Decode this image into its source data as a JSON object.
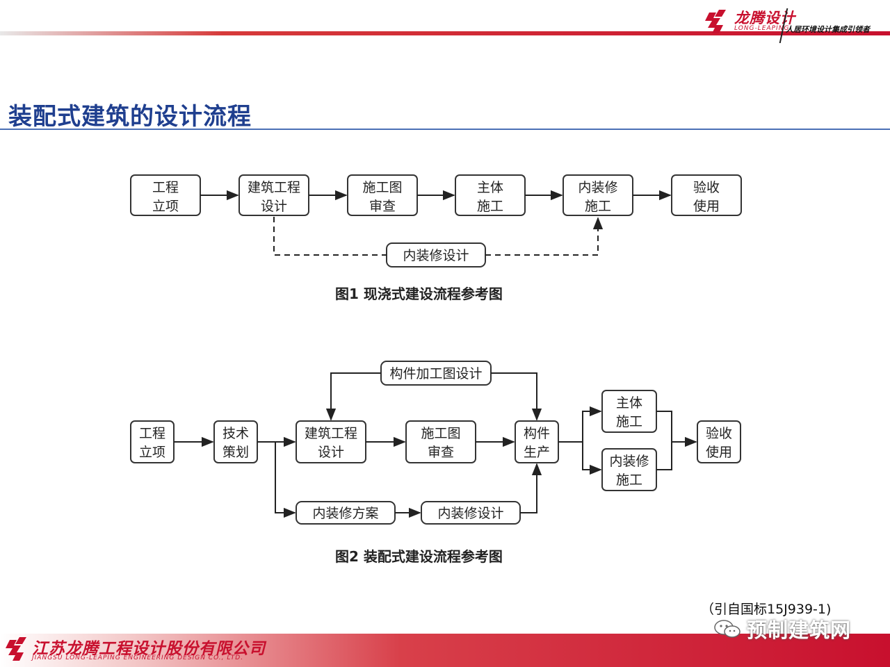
{
  "header": {
    "brand_cn": "龙腾设计",
    "brand_en": "LONG-LEAPING",
    "slogan": "人居环境设计集成引领者"
  },
  "title": "装配式建筑的设计流程",
  "diagram1": {
    "nodes": {
      "n1": [
        "工程",
        "立项"
      ],
      "n2": [
        "建筑工程",
        "设计"
      ],
      "n3": [
        "施工图",
        "审查"
      ],
      "n4": [
        "主体",
        "施工"
      ],
      "n5": [
        "内装修",
        "施工"
      ],
      "n6": [
        "验收",
        "使用"
      ],
      "dashed": [
        "内装修设计"
      ]
    },
    "caption": "图1  现浇式建设流程参考图"
  },
  "diagram2": {
    "nodes": {
      "a1": [
        "工程",
        "立项"
      ],
      "a2": [
        "技术",
        "策划"
      ],
      "a3": [
        "建筑工程",
        "设计"
      ],
      "a4": [
        "施工图",
        "审查"
      ],
      "a5": [
        "构件",
        "生产"
      ],
      "a6": [
        "主体",
        "施工"
      ],
      "a7": [
        "内装修",
        "施工"
      ],
      "a8": [
        "验收",
        "使用"
      ],
      "top": [
        "构件加工图设计"
      ],
      "b1": [
        "内装修方案"
      ],
      "b2": [
        "内装修设计"
      ]
    },
    "caption": "图2  装配式建设流程参考图"
  },
  "citation": "（引自国标15J939-1)",
  "footer": {
    "company_cn": "江苏龙腾工程设计股份有限公司",
    "company_en": "JIANGSU LONG-LEAPING ENGINEERING DESIGN CO., LTD."
  },
  "watermark": {
    "text": "预制建筑网",
    "icon": "wechat-icon"
  },
  "colors": {
    "brand_red": "#c8102e",
    "title_blue": "#1f3f8f",
    "rule_blue": "#4a6fb5"
  }
}
